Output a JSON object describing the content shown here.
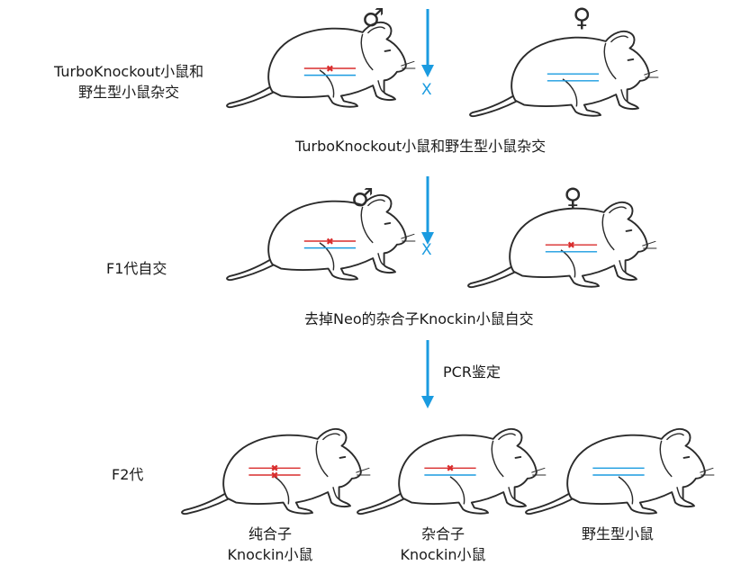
{
  "colors": {
    "arrow": "#1a9be0",
    "red_line": "#d92d2d",
    "blue_line": "#1a9be0",
    "outline": "#2b2b2b"
  },
  "symbols": {
    "male": "♂",
    "female": "♀",
    "cross": "X"
  },
  "row1": {
    "side_label_line1": "TurboKnockout小鼠和",
    "side_label_line2": "野生型小鼠杂交",
    "caption": "TurboKnockout小鼠和野生型小鼠杂交"
  },
  "row2": {
    "side_label": "F1代自交",
    "caption": "去掉Neo的杂合子Knockin小鼠自交"
  },
  "step3": {
    "label": "PCR鉴定"
  },
  "row3": {
    "side_label": "F2代",
    "mice": [
      {
        "line1": "纯合子",
        "line2": "Knockin小鼠"
      },
      {
        "line1": "杂合子",
        "line2": "Knockin小鼠"
      },
      {
        "line1": "野生型小鼠",
        "line2": ""
      }
    ]
  }
}
